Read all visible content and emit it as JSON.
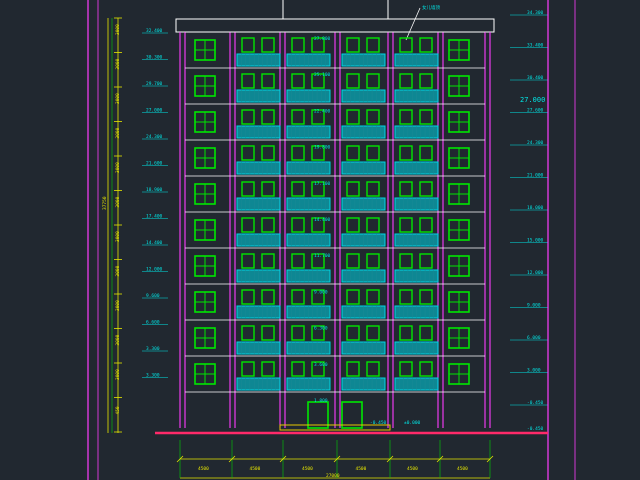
{
  "colors": {
    "background": "#212830",
    "window": "#00e600",
    "balcony": "#00d5e5",
    "frame": "#ff3cff",
    "ground": "#ff2a6a",
    "outline": "#ffffff",
    "dimension": "#e6e600",
    "level_text": "#00e5e5"
  },
  "left_levels": [
    "32.400",
    "30.300",
    "29.700",
    "27.000",
    "24.300",
    "21.600",
    "18.900",
    "17.400",
    "14.400",
    "12.000",
    "9.600",
    "6.600",
    "3.300",
    "3.300"
  ],
  "left_dims": [
    "3000",
    "3000",
    "3000",
    "3000",
    "3000",
    "3000",
    "3000",
    "3000",
    "3000",
    "3000",
    "3000",
    "450"
  ],
  "left_total": "37750",
  "right_levels": [
    "34.300",
    "33.400",
    "30.400",
    "27.600",
    "24.300",
    "21.000",
    "18.000",
    "15.000",
    "12.000",
    "9.000",
    "6.000",
    "3.000",
    "-0.450"
  ],
  "right_emphasis": "27.000",
  "center_levels": [
    "27.800",
    "25.100",
    "22.400",
    "19.800",
    "17.100",
    "14.400",
    "11.700",
    "9.000",
    "6.300",
    "3.600",
    "1.800"
  ],
  "bottom_dims": [
    "4500",
    "4500",
    "4500",
    "4500",
    "4500",
    "4500"
  ],
  "bottom_total": "27000",
  "roof_note": "女儿墙顶",
  "ground_marks": [
    "-0.450",
    "±0.000",
    "-0.450"
  ]
}
